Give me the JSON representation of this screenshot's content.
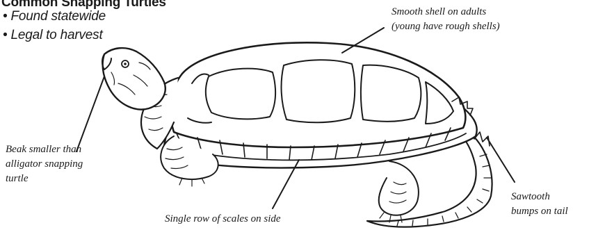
{
  "header": {
    "title": "Common Snapping Turtles",
    "bullets": [
      "• Found statewide",
      "• Legal to harvest"
    ]
  },
  "callouts": {
    "shell": [
      "Smooth shell on adults",
      "(young have rough shells)"
    ],
    "beak": [
      "Beak smaller than",
      "alligator snapping",
      "turtle"
    ],
    "scales": [
      "Single row of scales on side"
    ],
    "tail": [
      "Sawtooth",
      "bumps on tail"
    ]
  },
  "colors": {
    "ink": "#1a1a1a",
    "background": "#ffffff"
  }
}
